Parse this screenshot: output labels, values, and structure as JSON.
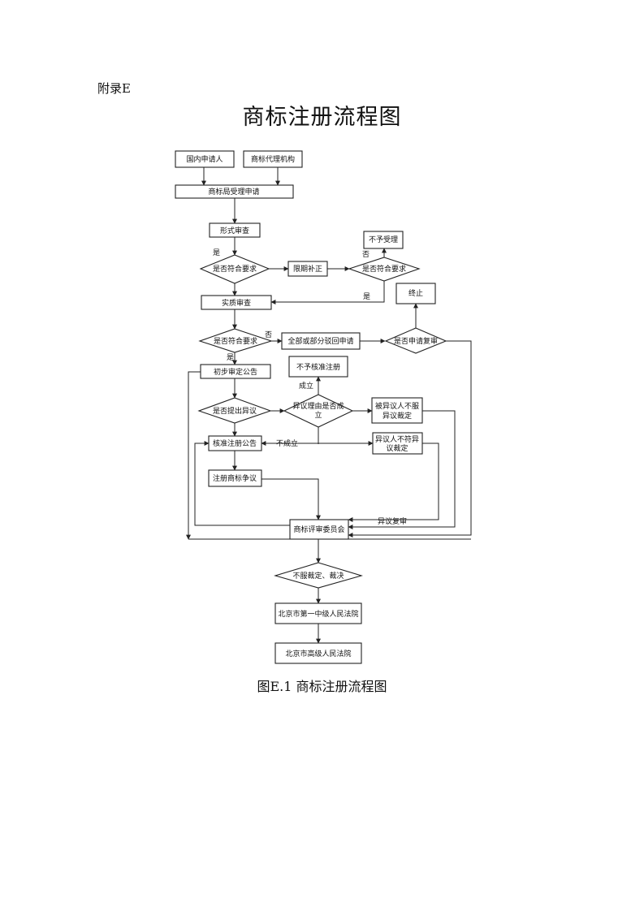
{
  "appendix_label": "附录E",
  "title": "商标注册流程图",
  "caption": "图E.1 商标注册流程图",
  "nodes": {
    "n1": "国内申请人",
    "n2": "商标代理机构",
    "n3": "商标局受理申请",
    "n4": "形式审查",
    "n5": "是否符合要求",
    "n6": "限期补正",
    "n7": "是否符合要求",
    "n8": "不予受理",
    "n9": "实质审查",
    "n10": "是否符合要求",
    "n11": "全部或部分驳回申请",
    "n12": "是否申请复审",
    "n13": "终止",
    "n14": "初步审定公告",
    "n15": "是否提出异议",
    "n16a": "异议理由是否成",
    "n16b": "立",
    "n17": "不予核准注册",
    "n18a": "被异议人不服",
    "n18b": "异议裁定",
    "n19": "核准注册公告",
    "n20a": "异议人不符异",
    "n20b": "议裁定",
    "n21": "注册商标争议",
    "n22": "商标评审委员会",
    "n23": "不服裁定、裁决",
    "n24": "北京市第一中级人民法院",
    "n25": "北京市高级人民法院"
  },
  "edge_labels": {
    "yes_1": "是",
    "no_1": "否",
    "yes_2": "是",
    "no_2": "否",
    "yes_3": "是",
    "established": "成立",
    "not_established": "不成立",
    "opposition_review": "异议复审"
  }
}
